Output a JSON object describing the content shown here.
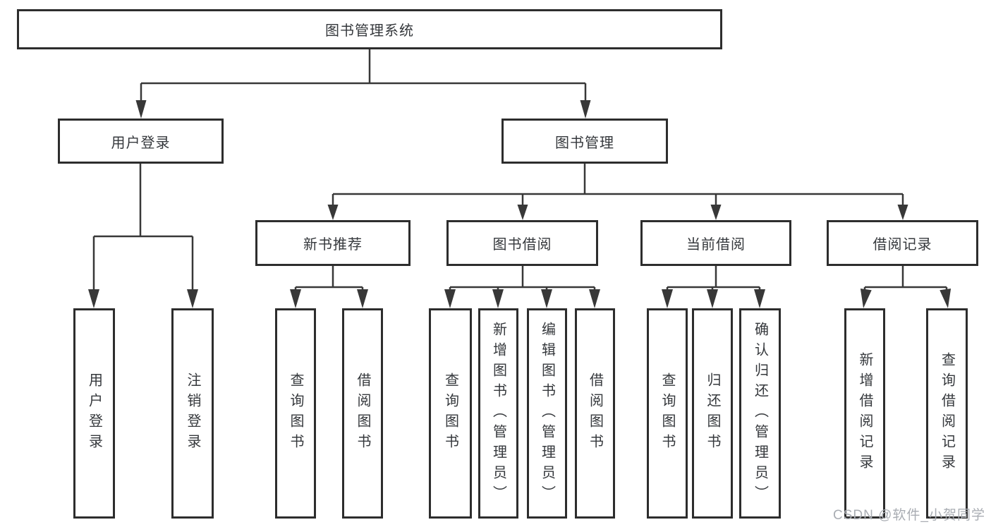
{
  "colors": {
    "line": "#383838",
    "box_border": "#2d2d2d",
    "text": "#35383c",
    "watermark": "#a9adb3",
    "background": "#ffffff"
  },
  "watermark": {
    "text": "CSDN @软件_小贺同学"
  },
  "tree": {
    "root": {
      "label": "图书管理系统"
    },
    "branches": [
      {
        "label": "用户登录",
        "children": [
          {
            "label": "用户登录"
          },
          {
            "label": "注销登录"
          }
        ]
      },
      {
        "label": "图书管理",
        "children": [
          {
            "label": "新书推荐",
            "children": [
              {
                "label": "查询图书"
              },
              {
                "label": "借阅图书"
              }
            ]
          },
          {
            "label": "图书借阅",
            "children": [
              {
                "label": "查询图书"
              },
              {
                "label": "新增图书（管理员）"
              },
              {
                "label": "编辑图书（管理员）"
              },
              {
                "label": "借阅图书"
              }
            ]
          },
          {
            "label": "当前借阅",
            "children": [
              {
                "label": "查询图书"
              },
              {
                "label": "归还图书"
              },
              {
                "label": "确认归还（管理员）"
              }
            ]
          },
          {
            "label": "借阅记录",
            "children": [
              {
                "label": "新增借阅记录"
              },
              {
                "label": "查询借阅记录"
              }
            ]
          }
        ]
      }
    ]
  }
}
